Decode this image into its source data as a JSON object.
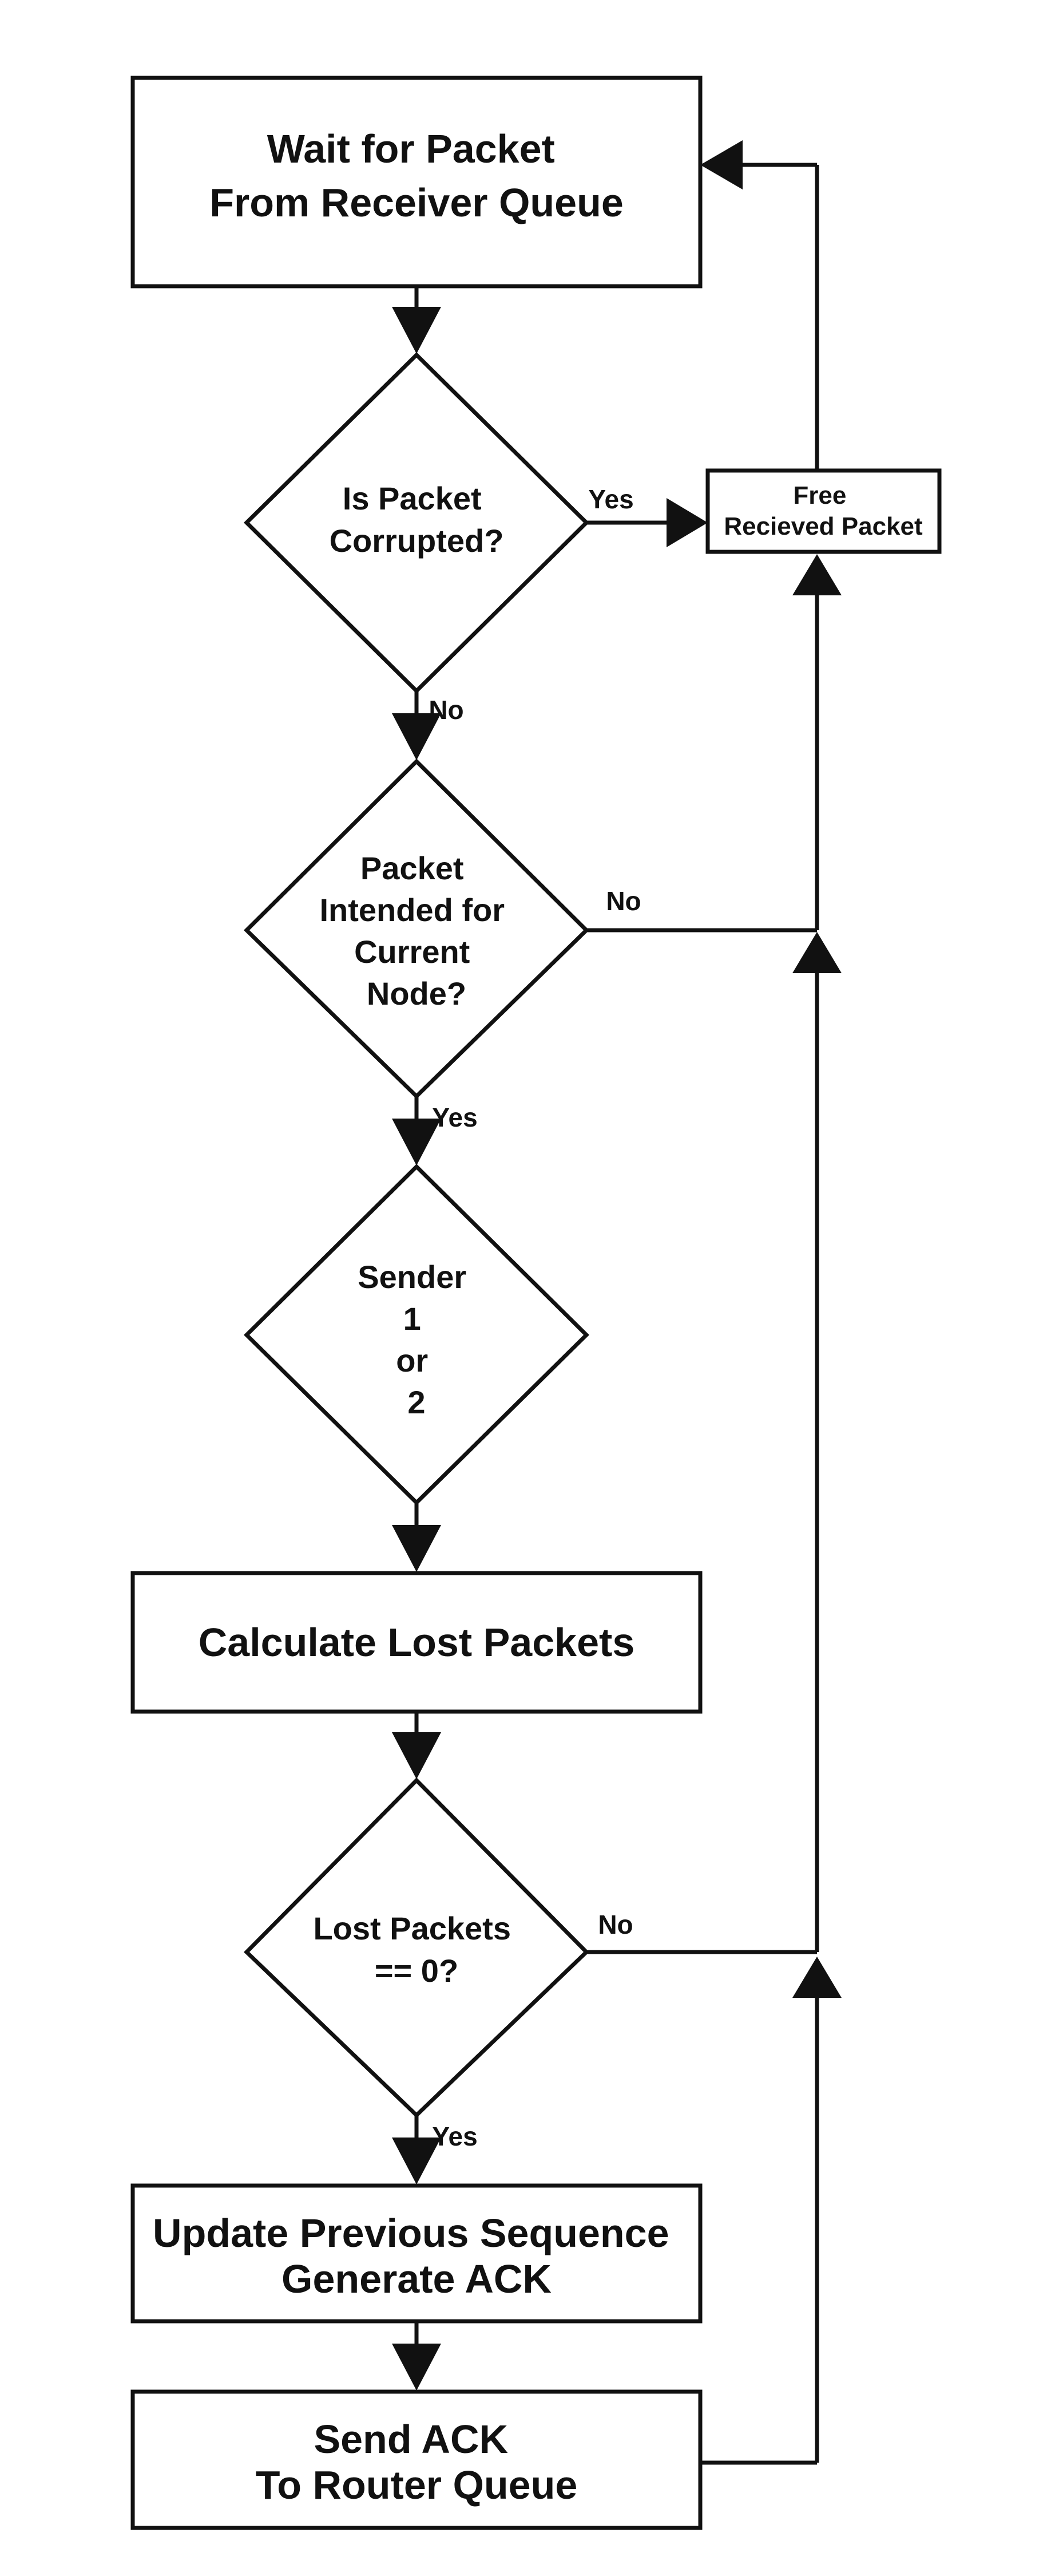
{
  "nodes": {
    "wait_packet": {
      "lines": [
        "Wait for Packet",
        "From Receiver Queue"
      ]
    },
    "is_corrupted": {
      "lines": [
        "Is Packet",
        "Corrupted?"
      ]
    },
    "free_packet": {
      "lines": [
        "Free",
        "Recieved Packet"
      ]
    },
    "intended": {
      "lines": [
        "Packet",
        "Intended for",
        "Current",
        "Node?"
      ]
    },
    "sender": {
      "lines": [
        "Sender",
        "1",
        "or",
        "2"
      ]
    },
    "calc_lost": {
      "lines": [
        "Calculate Lost Packets"
      ]
    },
    "lost_zero": {
      "lines": [
        "Lost Packets",
        "== 0?"
      ]
    },
    "update_seq": {
      "lines": [
        "Update Previous Sequence",
        "Generate ACK"
      ]
    },
    "send_ack": {
      "lines": [
        "Send ACK",
        "To Router Queue"
      ]
    }
  },
  "edge_labels": {
    "corrupted_yes": "Yes",
    "corrupted_no": "No",
    "intended_no": "No",
    "intended_yes": "Yes",
    "lost_no": "No",
    "lost_yes": "Yes"
  },
  "colors": {
    "stroke": "#111111",
    "fill": "#ffffff",
    "text": "#111111"
  }
}
